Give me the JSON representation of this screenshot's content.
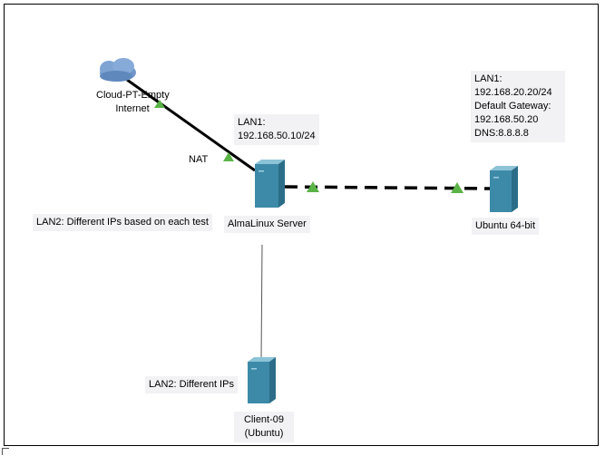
{
  "diagram": {
    "nodes": {
      "cloud": {
        "lines": [
          "Cloud-PT-Empty",
          "Internet"
        ],
        "icon": "cloud-icon"
      },
      "server": {
        "name": "AlmaLinux Server",
        "icon": "server-icon"
      },
      "ubuntu": {
        "name": "Ubuntu 64-bit",
        "icon": "server-icon"
      },
      "client": {
        "lines": [
          "Client-09",
          "(Ubuntu)"
        ],
        "icon": "server-icon"
      }
    },
    "labels": {
      "nat": "NAT",
      "server_lan1": [
        "LAN1:",
        "192.168.50.10/24"
      ],
      "ubuntu_lan1": [
        "LAN1:",
        "192.168.20.20/24",
        "Default Gateway:",
        "192.168.50.20",
        "DNS:8.8.8.8"
      ],
      "lan2_test": "LAN2: Different IPs based on each test",
      "lan2_client": "LAN2: Different IPs"
    },
    "colors": {
      "server_fill": "#3d8aa8",
      "server_light": "#8cc3d6",
      "link_triangle": "#5ab347",
      "cloud_fill": "#6f96c8",
      "label_bg": "#f2f2f5"
    }
  }
}
